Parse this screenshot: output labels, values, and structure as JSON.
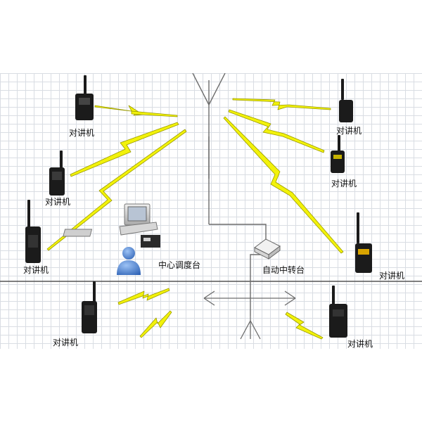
{
  "labels": {
    "radio": "对讲机",
    "dispatch": "中心调度台",
    "repeater": "自动中转台"
  },
  "colors": {
    "bolt_fill": "#f2f20a",
    "bolt_stroke": "#9a9a00",
    "wire": "#6d6d6d",
    "radio_body": "#1b1b1b",
    "person": "#4a7fd0"
  },
  "icons": [
    "walkie-talkie-icon",
    "lightning-bolt-icon",
    "antenna-icon",
    "computer-icon",
    "person-icon",
    "repeater-box-icon"
  ]
}
